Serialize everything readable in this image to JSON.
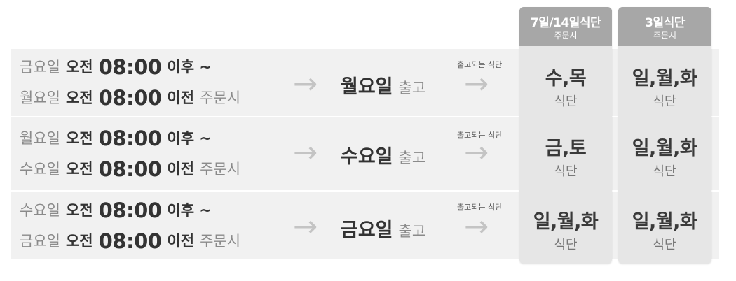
{
  "columns": [
    {
      "title": "7일/14일식단",
      "subtitle": "주문시"
    },
    {
      "title": "3일식단",
      "subtitle": "주문시"
    }
  ],
  "arrow_glyph": "→",
  "rows": [
    {
      "from_day": "금요일",
      "from_ampm": "오전",
      "from_time": "08:00",
      "from_rel": "이후 ~",
      "to_day": "월요일",
      "to_ampm": "오전",
      "to_time": "08:00",
      "to_rel": "이전",
      "to_suffix": "주문시",
      "ship_day": "월요일",
      "ship_suffix": "출고",
      "note": "출고되는 식단",
      "menu_a": "수,목",
      "menu_b": "일,월,화",
      "menu_label": "식단"
    },
    {
      "from_day": "월요일",
      "from_ampm": "오전",
      "from_time": "08:00",
      "from_rel": "이후 ~",
      "to_day": "수요일",
      "to_ampm": "오전",
      "to_time": "08:00",
      "to_rel": "이전",
      "to_suffix": "주문시",
      "ship_day": "수요일",
      "ship_suffix": "출고",
      "note": "출고되는 식단",
      "menu_a": "금,토",
      "menu_b": "일,월,화",
      "menu_label": "식단"
    },
    {
      "from_day": "수요일",
      "from_ampm": "오전",
      "from_time": "08:00",
      "from_rel": "이후 ~",
      "to_day": "금요일",
      "to_ampm": "오전",
      "to_time": "08:00",
      "to_rel": "이전",
      "to_suffix": "주문시",
      "ship_day": "금요일",
      "ship_suffix": "출고",
      "note": "출고되는 식단",
      "menu_a": "일,월,화",
      "menu_b": "일,월,화",
      "menu_label": "식단"
    }
  ],
  "colors": {
    "band": "#f1f1f1",
    "card": "#e6e6e6",
    "header": "#a7a7a7",
    "muted_text": "#8a8a8a",
    "strong_text": "#333333",
    "arrow": "#c4c4c4"
  }
}
